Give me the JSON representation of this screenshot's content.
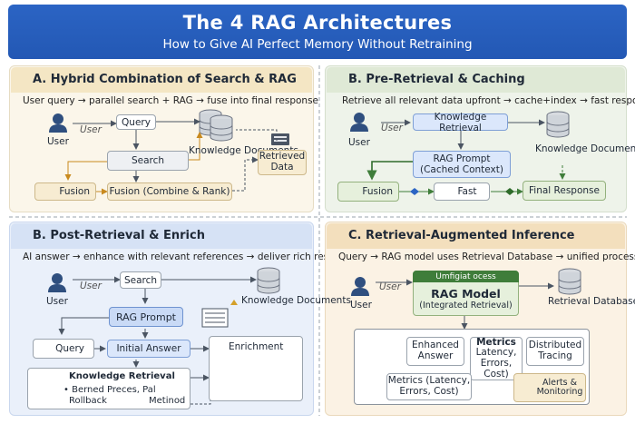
{
  "header": {
    "title": "The 4 RAG Architectures",
    "subtitle": "How to Give AI Perfect Memory Without Retraining",
    "accent": "#2b64c4"
  },
  "quadA": {
    "title": "A. Hybrid Combination of Search & RAG",
    "subtitle": "User query → parallel search + RAG → fuse into final response",
    "user": "User",
    "user_edge": "User",
    "query": "Query",
    "search": "Search",
    "knowledge": "Knowledge Documents",
    "retrieved": "Retrieved Data",
    "fusion_left": "Fusion",
    "fusion_main": "Fusion (Combine & Rank)"
  },
  "quadB": {
    "title": "B. Pre-Retrieval & Caching",
    "subtitle": "Retrieve all relevant data upfront → cache+index → fast response",
    "user": "User",
    "user_edge": "User",
    "knowledge_retrieval": "Knowledge Retrieval",
    "knowledge": "Knowledge Documents",
    "rag_prompt": "RAG Prompt",
    "cached_context": "(Cached Context)",
    "fusion": "Fusion",
    "fast": "Fast",
    "final": "Final Response"
  },
  "quadC": {
    "title": "B. Post-Retrieval & Enrich",
    "subtitle": "AI answer → enhance with relevant references → deliver rich response",
    "user": "User",
    "user_edge": "User",
    "search": "Search",
    "knowledge": "Knowledge Documents",
    "rag_prompt": "RAG Prompt",
    "query": "Query",
    "initial_answer": "Initial Answer",
    "enrichment": "Enrichment",
    "knowledge_retrieval": "Knowledge Retrieval",
    "bullet1": "Berned Preces, Pal",
    "bullet2": "Rollback",
    "bullet3": "Metinod"
  },
  "quadD": {
    "title": "C. Retrieval-Augmented Inference",
    "subtitle": "Query → RAG model uses Retrieval Database → unified process",
    "user": "User",
    "user_edge": "User",
    "model_tag": "Umfigiat ocess",
    "model_title": "RAG Model",
    "model_sub": "(Integrated Retrieval)",
    "database": "Retrieval Database",
    "enhanced": "Enhanced Answer",
    "metrics_title": "Metrics",
    "metrics_body": "Latency, Errors, Cost)",
    "tracing": "Distributed Tracing",
    "metrics_long": "Metrics (Latency, Errors, Cost)",
    "alerts": "Alerts & Monitoring"
  }
}
